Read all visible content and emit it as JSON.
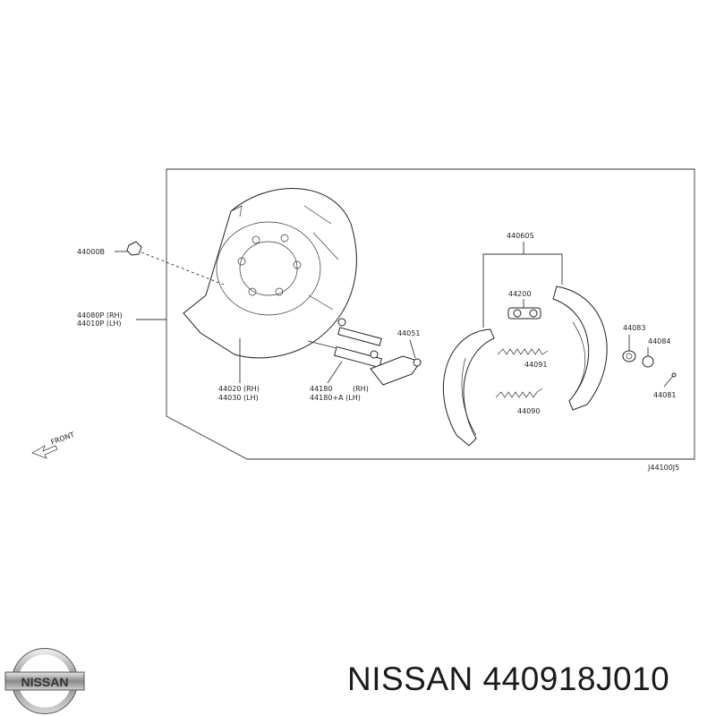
{
  "labels": {
    "p44000b": "44000B",
    "p44080p": "44080P (RH)",
    "p44010p": "44010P (LH)",
    "p44020": "44020 (RH)",
    "p44030": "44030 (LH)",
    "p44180": "44180",
    "p44180_rh": "(RH)",
    "p44180a": "44180+A (LH)",
    "p44051": "44051",
    "p44060s": "44060S",
    "p44200": "44200",
    "p44091": "44091",
    "p44090": "44090",
    "p44083": "44083",
    "p44084": "44084",
    "p44081": "44081",
    "front": "FRONT",
    "diagram_code": "J44100J5"
  },
  "logo_text": "NISSAN",
  "caption": "NISSAN 440918J010"
}
